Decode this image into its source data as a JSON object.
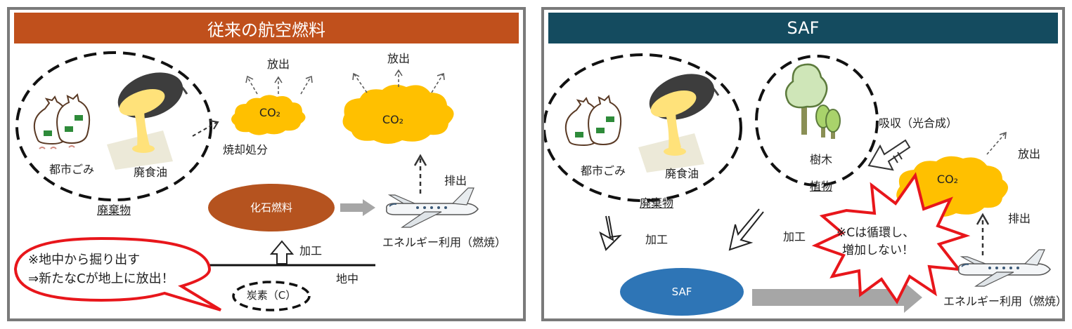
{
  "left": {
    "title": "従来の航空燃料",
    "labels": {
      "city_waste": "都市ごみ",
      "waste_oil": "廃食油",
      "waste": "廃棄物",
      "release1": "放出",
      "release2": "放出",
      "co2_small": "CO₂",
      "co2_large": "CO₂",
      "incineration": "焼却処分",
      "fossil_fuel": "化石燃料",
      "exhaust": "排出",
      "energy_use": "エネルギー利用（燃焼）",
      "processing": "加工",
      "underground": "地中",
      "carbon": "炭素（C）"
    },
    "callout": {
      "line1": "※地中から掘り出す",
      "line2": "⇒新たなCが地上に放出！"
    }
  },
  "right": {
    "title": "SAF",
    "labels": {
      "city_waste": "都市ごみ",
      "waste_oil": "廃食油",
      "waste": "廃棄物",
      "trees": "樹木",
      "plants": "植物",
      "absorb": "吸収（光合成）",
      "release": "放出",
      "co2": "CO₂",
      "exhaust": "排出",
      "processing1": "加工",
      "processing2": "加工",
      "saf": "SAF",
      "energy_use": "エネルギー利用（燃焼）"
    },
    "callout": {
      "line1": "※Cは循環し、",
      "line2": "増加しない！"
    }
  },
  "colors": {
    "left_header": "#c0501c",
    "right_header": "#144b5f",
    "fossil_ellipse": "#b5531f",
    "saf_ellipse": "#2e75b6",
    "co2_cloud": "#ffc000",
    "callout_red": "#e8161b",
    "flow_arrow": "#a6a6a6"
  },
  "icons": [
    "garbage-bags-icon",
    "frying-pan-icon",
    "trees-icon",
    "airplane-icon",
    "cloud-icon"
  ]
}
